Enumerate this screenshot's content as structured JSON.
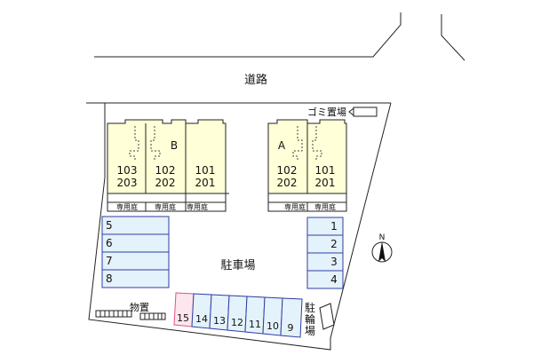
{
  "road": {
    "label": "道路"
  },
  "garbage": {
    "label": "ゴミ置場"
  },
  "buildings": [
    {
      "letter": "B",
      "units": [
        {
          "top": "103",
          "bottom": "203"
        },
        {
          "top": "102",
          "bottom": "202"
        },
        {
          "top": "101",
          "bottom": "201"
        }
      ],
      "gardens": [
        "専用庭",
        "専用庭",
        "専用庭"
      ]
    },
    {
      "letter": "A",
      "units": [
        {
          "top": "102",
          "bottom": "202"
        },
        {
          "top": "101",
          "bottom": "201"
        }
      ],
      "gardens": [
        "専用庭",
        "専用庭"
      ]
    }
  ],
  "parking": {
    "label": "駐車場",
    "left_spaces": [
      "5",
      "6",
      "7",
      "8"
    ],
    "right_spaces": [
      "1",
      "2",
      "3",
      "4"
    ],
    "bottom_spaces": [
      "15",
      "14",
      "13",
      "12",
      "11",
      "10",
      "9"
    ]
  },
  "storage": {
    "label": "物置"
  },
  "bicycle": {
    "label_chars": [
      "駐",
      "輪",
      "場"
    ]
  },
  "compass": {
    "label": "N"
  },
  "colors": {
    "building_fill": "#ffffd8",
    "parking_fill": "#e4f2fb",
    "parking_stroke": "#2e3ea3",
    "highlight_stroke": "#e0567c",
    "highlight_fill": "#fde6ee"
  }
}
